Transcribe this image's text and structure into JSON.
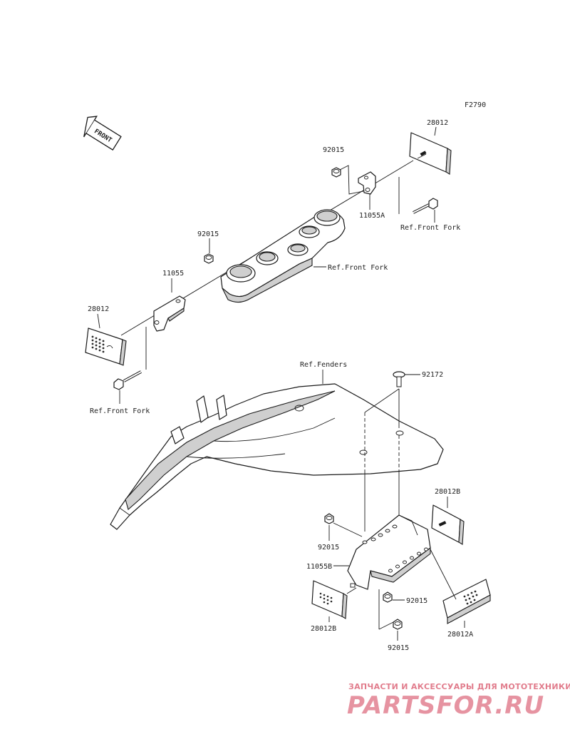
{
  "figure_code": "F2790",
  "front_marker": "FRONT",
  "labels": {
    "reflector_rear_right": "28012",
    "nut_upper_right": "92015",
    "bracket_right": "11055A",
    "ref_front_fork_upper": "Ref.Front Fork",
    "nut_left": "92015",
    "bracket_left": "11055",
    "ref_front_fork_clamp": "Ref.Front Fork",
    "reflector_left": "28012",
    "ref_front_fork_lower": "Ref.Front Fork",
    "ref_fenders": "Ref.Fenders",
    "bolt_fender": "92172",
    "reflector_b_right": "28012B",
    "nut_bracket_upper": "92015",
    "bracket_b": "11055B",
    "nut_bracket_lower": "92015",
    "reflector_b_left": "28012B",
    "nut_bottom": "92015",
    "reflector_a": "28012A"
  },
  "watermark": {
    "top_line": "ЗАПЧАСТИ И АКСЕССУАРЫ ДЛЯ МОТОТЕХНИКИ",
    "brand": "PARTSFOR.RU",
    "color": "#c8102e"
  }
}
